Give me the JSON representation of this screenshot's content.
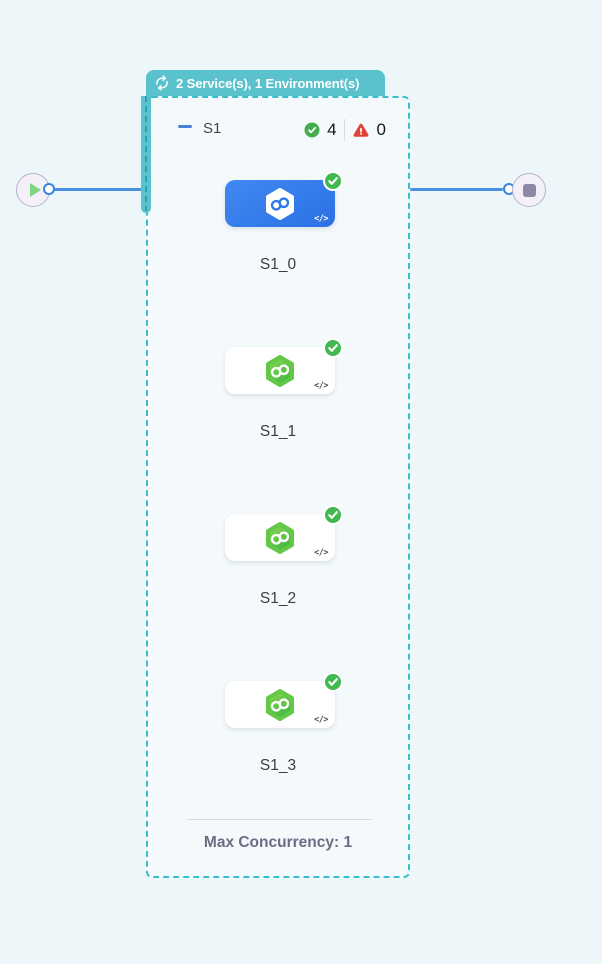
{
  "header_badge": {
    "label": "2 Service(s), 1 Environment(s)"
  },
  "stage": {
    "name": "S1",
    "success_count": "4",
    "failure_count": "0",
    "max_concurrency_label": "Max Concurrency: 1",
    "nodes": [
      {
        "label": "S1_0",
        "state": "selected"
      },
      {
        "label": "S1_1",
        "state": "default"
      },
      {
        "label": "S1_2",
        "state": "default"
      },
      {
        "label": "S1_3",
        "state": "default"
      }
    ]
  },
  "icons": {
    "code_label": "</>"
  },
  "colors": {
    "page_bg": "#edf7fa",
    "container_bg": "#f4fafc",
    "teal": "#59c2cc",
    "teal_dash": "#38bfcd",
    "edge_blue": "#4a90e2",
    "selected_node_blue": "#2f79e8",
    "hexagon_green_top": "#8dd852",
    "hexagon_green_bottom": "#44b742",
    "success_green": "#41b850",
    "error_red": "#dc4437"
  }
}
